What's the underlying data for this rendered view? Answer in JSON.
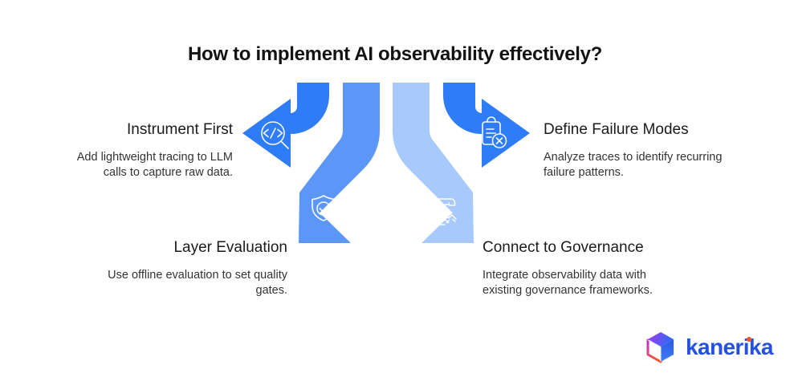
{
  "title": "How to implement AI observability effectively?",
  "steps": [
    {
      "id": "instrument-first",
      "heading": "Instrument First",
      "body": "Add lightweight tracing to LLM\ncalls to capture raw data.",
      "icon": "code-search-icon",
      "arrow_color": "#2E7CF6",
      "arrow_direction": "left"
    },
    {
      "id": "define-failure-modes",
      "heading": "Define Failure Modes",
      "body": "Analyze traces to identify recurring\nfailure patterns.",
      "icon": "clipboard-x-icon",
      "arrow_color": "#2E7CF6",
      "arrow_direction": "right"
    },
    {
      "id": "layer-evaluation",
      "heading": "Layer Evaluation",
      "body": "Use offline evaluation to set quality\ngates.",
      "icon": "shield-check-icon",
      "arrow_color": "#5C96F7",
      "arrow_direction": "down-left"
    },
    {
      "id": "connect-to-governance",
      "heading": "Connect to Governance",
      "body": "Integrate observability data with\nexisting governance frameworks.",
      "icon": "contract-handshake-icon",
      "arrow_color": "#A7C9FB",
      "arrow_direction": "down-right"
    }
  ],
  "colors": {
    "background": "#FFFFFF",
    "arrow_bright_blue": "#2E7CF6",
    "arrow_medium_blue": "#5C96F7",
    "arrow_light_blue": "#A7C9FB",
    "heading_text": "#1B1B1B",
    "body_text": "#333333",
    "brand_blue": "#2450E3",
    "brand_orange": "#F2552C"
  },
  "logo": {
    "brand": "kanerika"
  }
}
